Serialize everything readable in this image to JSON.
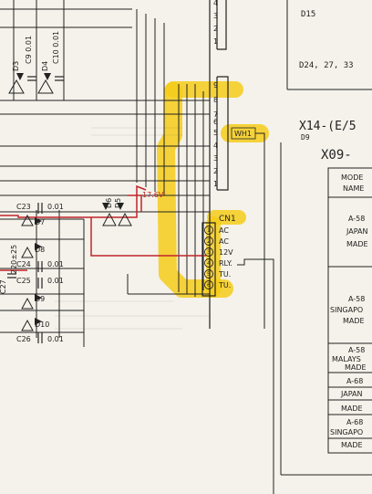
{
  "diagram": {
    "left_labels": {
      "cap_c9": "C9 0.01",
      "cap_c10": "C10 0.01",
      "diode_d3": "D3",
      "diode_d4": "D4",
      "c23": "C23",
      "c23_val": "0.01",
      "d7": "D7",
      "d8": "D8",
      "c24": "C24",
      "c24_val": "0.01",
      "c25": "C25",
      "c25_val": "0.01",
      "d9": "D9",
      "d10": "D10",
      "c26": "C26",
      "c26_val": "0.01",
      "c27": "C27",
      "c27_val": "220±25",
      "d5": "D5",
      "d6": "D6",
      "voltage": "17.6V"
    },
    "upper_connector_pins": [
      "4",
      "3",
      "2",
      "1"
    ],
    "wh1_pins": [
      "9",
      "8",
      "7",
      "6",
      "5",
      "4",
      "3",
      "2",
      "1"
    ],
    "wh1_label": "WH1",
    "cn1": {
      "label": "CN1",
      "pins": [
        {
          "num": "1",
          "name": "AC"
        },
        {
          "num": "2",
          "name": "AC"
        },
        {
          "num": "3",
          "name": "12V"
        },
        {
          "num": "4",
          "name": "RLY."
        },
        {
          "num": "5",
          "name": "TU."
        },
        {
          "num": "6",
          "name": "TU."
        }
      ]
    },
    "right_table": {
      "d15": "D15",
      "d24": "D24, 27, 33",
      "x14": "X14-(E/5",
      "d9": "D9",
      "x09": "X09-",
      "model_header": "MODE",
      "name_header": "NAME",
      "rows": [
        {
          "code": "A-58",
          "l1": "JAPAN",
          "l2": "MADE"
        },
        {
          "code": "A-58",
          "l1": "SINGAPO",
          "l2": "MADE"
        },
        {
          "code": "A-58",
          "l1": "MALAYS",
          "l2": "MADE"
        },
        {
          "code": "A-68",
          "l1": "JAPAN",
          "l2": "MADE"
        },
        {
          "code": "A-68",
          "l1": "SINGAPO",
          "l2": "MADE"
        }
      ]
    }
  }
}
